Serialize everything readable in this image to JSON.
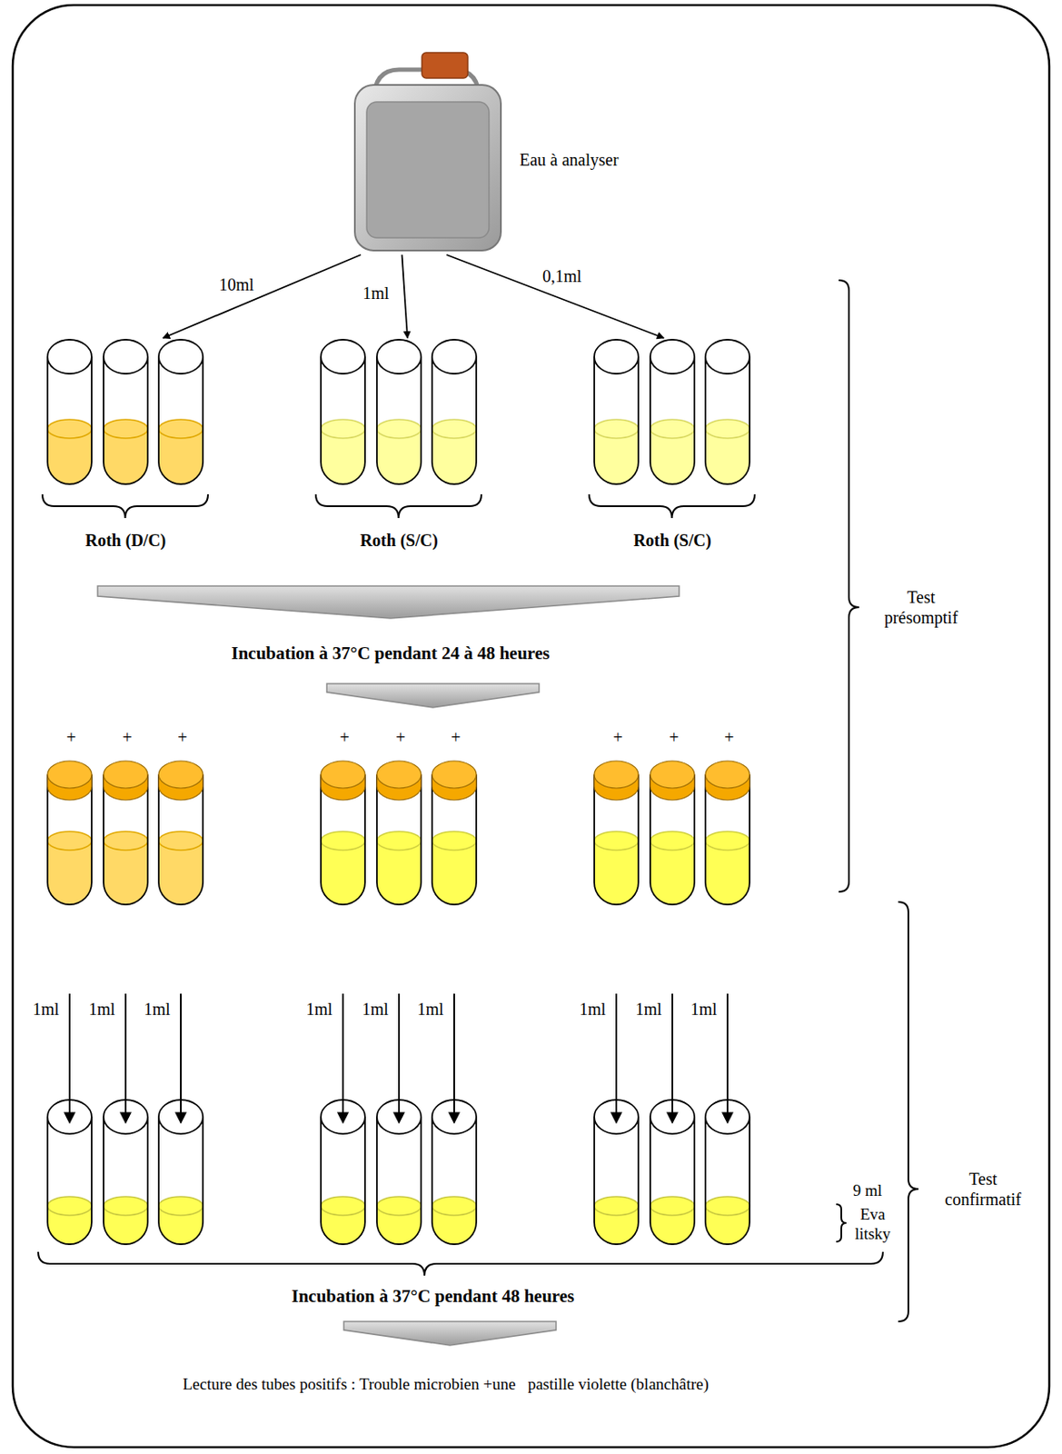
{
  "diagram": {
    "nodes": [
      {
        "text": [
          "Eau à analyser"
        ]
      },
      {
        "text": [
          "Roth (D/C)"
        ]
      },
      {
        "text": [
          "Roth (S/C)"
        ]
      },
      {
        "text": [
          "Roth (S/C)"
        ]
      }
    ],
    "edges": [
      {
        "from": 0,
        "to": 1,
        "label": "10ml",
        "arrow": "to"
      },
      {
        "from": 0,
        "to": 2,
        "label": "1ml",
        "arrow": "to"
      },
      {
        "from": 0,
        "to": 3,
        "label": "0,1ml",
        "arrow": "to"
      }
    ],
    "labels": [
      "Incubation à 37°C pendant 24 à 48 heures",
      "+",
      "+",
      "+",
      "+",
      "+",
      "+",
      "+",
      "+",
      "+",
      "Test présomptif",
      "1ml",
      "1ml",
      "1ml",
      "1ml",
      "1ml",
      "1ml",
      "1ml",
      "1ml",
      "1ml",
      "9 ml",
      "Eva litsky",
      "Test confirmatif",
      "Incubation à 37°C pendant 48 heures",
      "Lecture des tubes positifs : Trouble microbien +une   pastille violette (blanchâtre)"
    ]
  }
}
